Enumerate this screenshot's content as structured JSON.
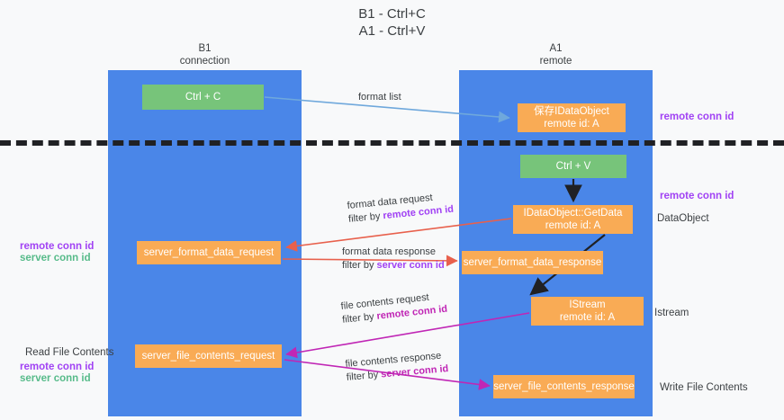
{
  "title": "B1 - Ctrl+C\nA1 - Ctrl+V",
  "columns": {
    "left": "B1\nconnection",
    "right": "A1\nremote"
  },
  "boxes": {
    "ctrl_c": "Ctrl + C",
    "save_idataobject": "保存IDataObject\nremote id: A",
    "ctrl_v": "Ctrl + V",
    "getdata": "IDataObject::GetData\nremote id: A",
    "server_format_data_request": "server_format_data_request",
    "server_format_data_response": "server_format_data_response",
    "istream": "IStream\nremote id: A",
    "server_file_contents_request": "server_file_contents_request",
    "server_file_contents_response": "server_file_contents_response"
  },
  "right_labels": {
    "remote_conn_id_top": "remote conn id",
    "remote_conn_id_mid": "remote conn id",
    "dataobject": "DataObject",
    "istream": "Istream",
    "write_file_contents": "Write File Contents"
  },
  "left_labels": {
    "remote_conn_id": "remote conn id",
    "server_conn_id": "server conn id",
    "read_file_contents": "Read File Contents",
    "remote_conn_id_2": "remote conn id",
    "server_conn_id_2": "server conn id"
  },
  "arrows": {
    "format_list": "format list",
    "format_data_request": "format data request",
    "format_data_request_filter_prefix": "filter by ",
    "format_data_request_filter_key": "remote conn id",
    "format_data_response": "format data response",
    "format_data_response_filter_prefix": "filter by ",
    "format_data_response_filter_key": "server conn id",
    "file_contents_request": "file contents request",
    "file_contents_request_filter_prefix": "filter by ",
    "file_contents_request_filter_key": "remote conn id",
    "file_contents_response": "file contents response",
    "file_contents_response_filter_prefix": "filter by ",
    "file_contents_response_filter_key": "server conn id"
  },
  "colors": {
    "lane": "#4a86e8",
    "box_green": "#77c47a",
    "box_orange": "#f9ab55",
    "accent_purple": "#a142f4",
    "accent_green": "#57bb8a",
    "arrow_blue": "#6fa8dc",
    "arrow_red": "#e8604c",
    "arrow_magenta": "#c026b5",
    "arrow_black": "#202124",
    "background": "#f8f9fa"
  }
}
